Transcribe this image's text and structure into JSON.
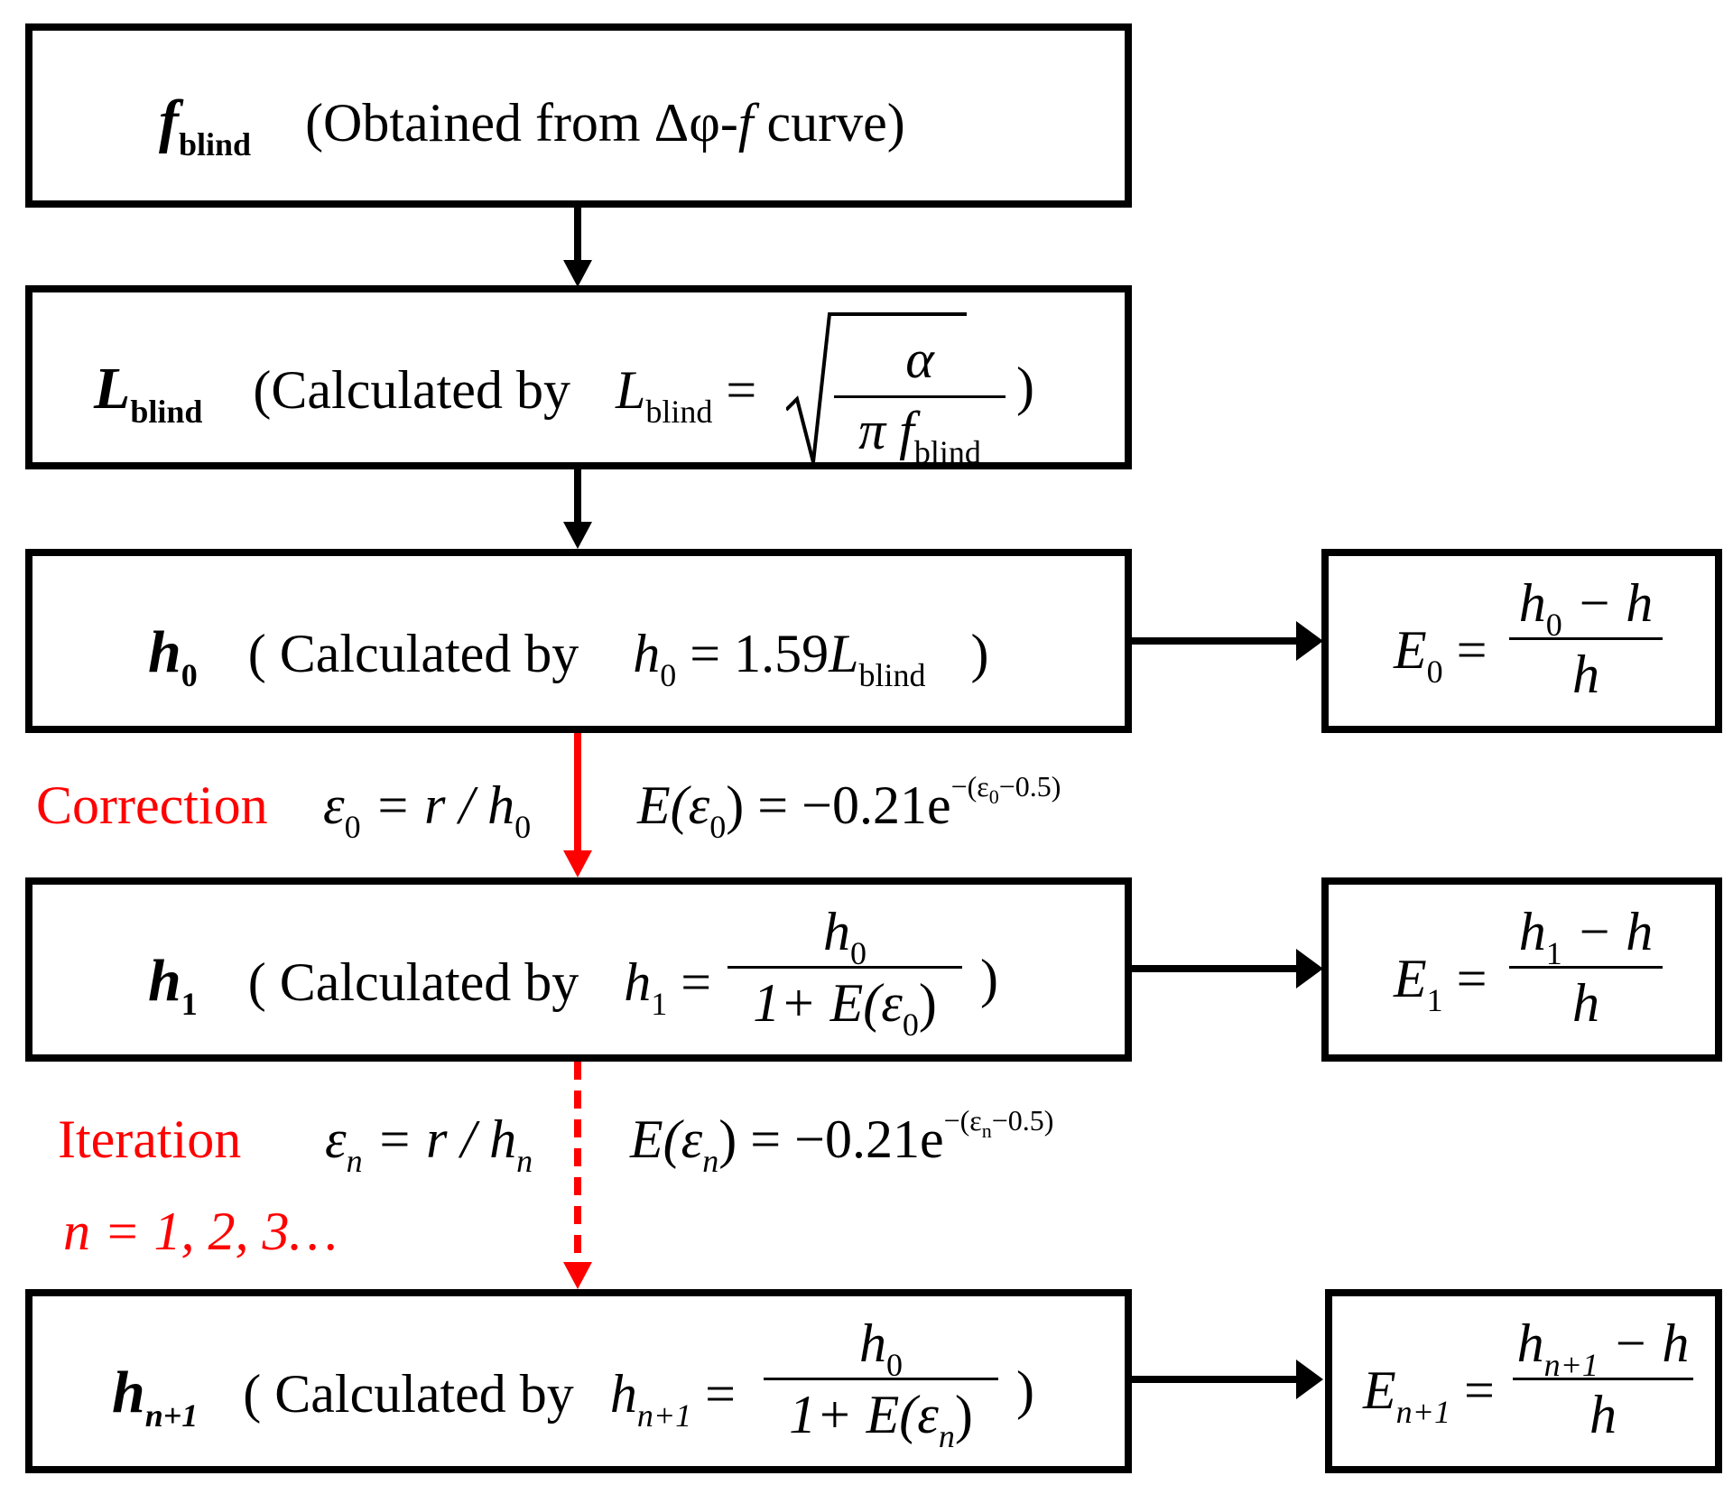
{
  "boxes": {
    "f_blind": {
      "symbol": "f",
      "symbol_sub": "blind",
      "desc": "(Obtained from Δφ-",
      "desc_italic": "f",
      "desc_end": " curve)"
    },
    "l_blind": {
      "symbol": "L",
      "symbol_sub": "blind",
      "desc": "(Calculated by",
      "formula_lhs": "L",
      "formula_lhs_sub": "blind",
      "eq": "=",
      "num": "α",
      "den": "π f",
      "den_sub": "blind",
      "close": ")"
    },
    "h0": {
      "symbol": "h",
      "symbol_sub": "0",
      "desc": "( Calculated by",
      "formula_lhs": "h",
      "formula_lhs_sub": "0",
      "formula_rhs": "= 1.59",
      "formula_var": "L",
      "formula_var_sub": "blind",
      "close": ")"
    },
    "h1": {
      "symbol": "h",
      "symbol_sub": "1",
      "desc": "( Calculated by",
      "formula_lhs": "h",
      "formula_lhs_sub": "1",
      "eq": "=",
      "num": "h",
      "num_sub": "0",
      "den": "1+ E(ε",
      "den_sub": "0",
      "den_end": ")",
      "close": ")"
    },
    "hn1": {
      "symbol": "h",
      "symbol_sub": "n+1",
      "desc": "( Calculated by",
      "formula_lhs": "h",
      "formula_lhs_sub": "n+1",
      "eq": "=",
      "num": "h",
      "num_sub": "0",
      "den": "1+ E(ε",
      "den_sub": "n",
      "den_end": ")",
      "close": ")"
    }
  },
  "error_boxes": {
    "e0": {
      "lhs": "E",
      "lhs_sub": "0",
      "eq": "=",
      "num": "h",
      "num_sub": "0",
      "num_end": " − h",
      "den": "h"
    },
    "e1": {
      "lhs": "E",
      "lhs_sub": "1",
      "eq": "=",
      "num": "h",
      "num_sub": "1",
      "num_end": " − h",
      "den": "h"
    },
    "en1": {
      "lhs": "E",
      "lhs_sub": "n+1",
      "eq": "=",
      "num": "h",
      "num_sub": "n+1",
      "num_end": " − h",
      "den": "h"
    }
  },
  "correction": {
    "label": "Correction",
    "eps": "ε",
    "eps_sub": "0",
    "eps_rhs": " = r / h",
    "eps_rhs_sub": "0",
    "e_lhs": "E(ε",
    "e_lhs_sub": "0",
    "e_rhs": ") = −0.21e",
    "e_exp": "−(ε",
    "e_exp_sub": "0",
    "e_exp_end": "−0.5)"
  },
  "iteration": {
    "label": "Iteration",
    "n_range": "n = 1, 2, 3…",
    "eps": "ε",
    "eps_sub": "n",
    "eps_rhs": " = r / h",
    "eps_rhs_sub": "n",
    "e_lhs": "E(ε",
    "e_lhs_sub": "n",
    "e_rhs": ") = −0.21e",
    "e_exp": "−(ε",
    "e_exp_sub": "n",
    "e_exp_end": "−0.5)"
  },
  "colors": {
    "arrow_black": "#000000",
    "arrow_red": "#ff0000",
    "label_red": "#ff0000"
  }
}
